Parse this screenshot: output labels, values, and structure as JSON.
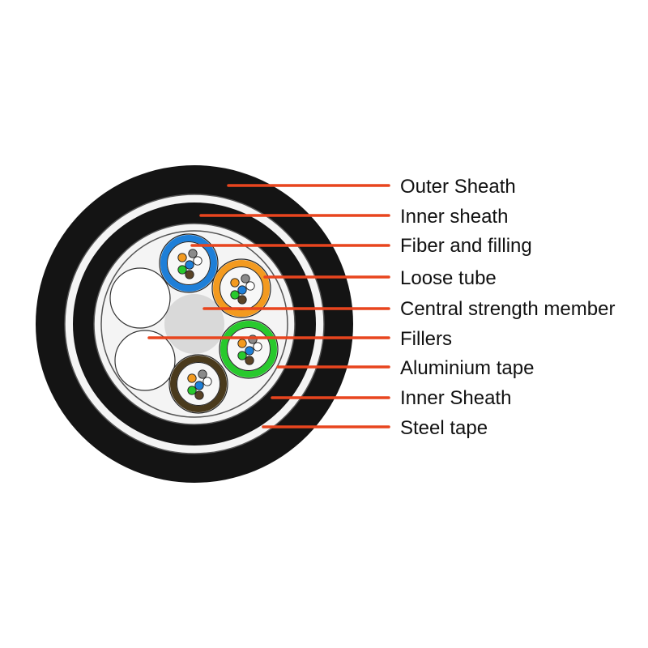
{
  "colors": {
    "jacket": "#141414",
    "band": "#f4f4f4",
    "band_edge": "#555555",
    "core_fill": "#f7f7f7",
    "central_member": "#d9d9d9",
    "leader_line": "#e8451e",
    "text": "#111111"
  },
  "labels": [
    "Outer Sheath",
    "Inner sheath",
    "Fiber and filling",
    "Loose tube",
    "Central strength member",
    "Fillers",
    "Aluminium tape",
    "Inner Sheath",
    "Steel tape"
  ],
  "tube_colors": [
    "#1e7fd8",
    "#f39a1f",
    "#28c92d",
    "#4a3a1c"
  ],
  "fiber_colors": [
    "#f39a1f",
    "#8a8a8a",
    "#1e7fd8",
    "#ffffff",
    "#5a4326",
    "#28c92d"
  ]
}
